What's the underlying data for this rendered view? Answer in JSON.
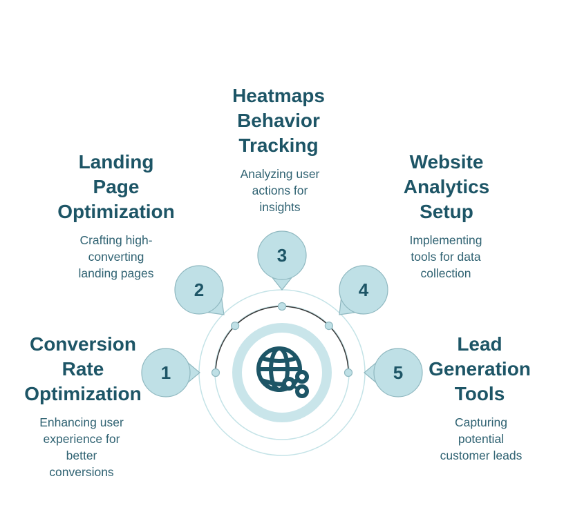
{
  "colors": {
    "title": "#1d5566",
    "text": "#2f6272",
    "bubble_fill": "#bfe0e6",
    "bubble_stroke": "#8fb8c0",
    "ring": "#c4e3e7",
    "arc": "#3a3a3a",
    "icon": "#1d5566"
  },
  "center_icon": "globe-network-icon",
  "steps": [
    {
      "number": "1",
      "title": "Conversion\nRate\nOptimization",
      "description": "Enhancing user\nexperience for\nbetter\nconversions"
    },
    {
      "number": "2",
      "title": "Landing\nPage\nOptimization",
      "description": "Crafting high-\nconverting\nlanding pages"
    },
    {
      "number": "3",
      "title": "Heatmaps\nBehavior\nTracking",
      "description": "Analyzing user\nactions for\ninsights"
    },
    {
      "number": "4",
      "title": "Website\nAnalytics\nSetup",
      "description": "Implementing\ntools for data\ncollection"
    },
    {
      "number": "5",
      "title": "Lead\nGeneration\nTools",
      "description": "Capturing\npotential\ncustomer leads"
    }
  ]
}
